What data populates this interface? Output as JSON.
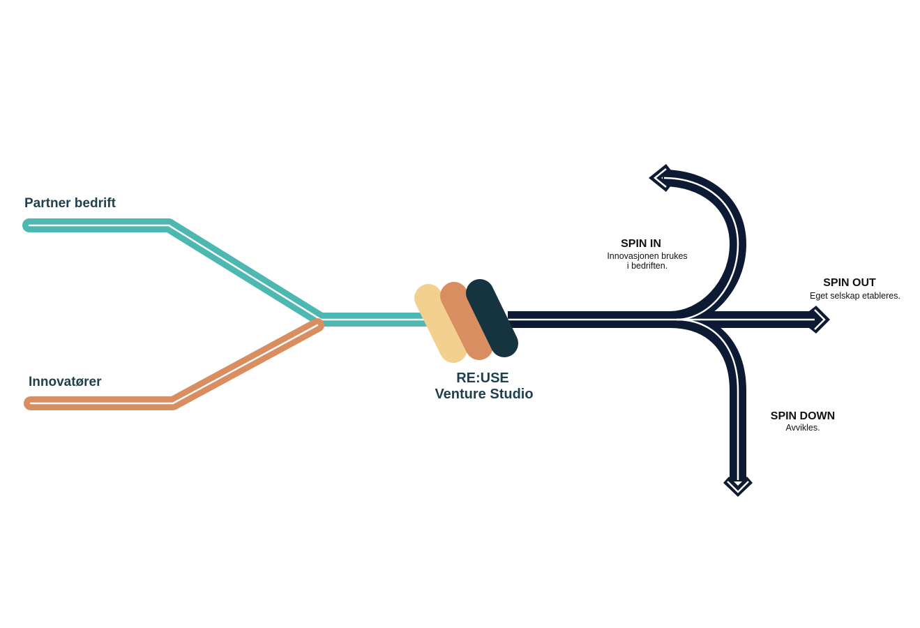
{
  "inputs": {
    "partner_label": "Partner bedrift",
    "innovators_label": "Innovatører"
  },
  "studio": {
    "name_line1": "RE:USE",
    "name_line2": "Venture Studio"
  },
  "outcomes": {
    "spin_in": {
      "title": "SPIN IN",
      "desc_line1": "Innovasjonen brukes",
      "desc_line2": "i bedriften."
    },
    "spin_out": {
      "title": "SPIN OUT",
      "desc": "Eget selskap etableres."
    },
    "spin_down": {
      "title": "SPIN DOWN",
      "desc": "Avvikles."
    }
  },
  "colors": {
    "teal": "#4db8b1",
    "orange": "#d98e62",
    "sand": "#f2d18e",
    "dark_teal": "#16343f",
    "navy": "#0d1a33",
    "text_dark": "#1f3f4d"
  },
  "icons": {
    "spin_in": "curved-arrow-up-left-icon",
    "spin_out": "arrow-right-icon",
    "spin_down": "arrow-down-icon"
  }
}
